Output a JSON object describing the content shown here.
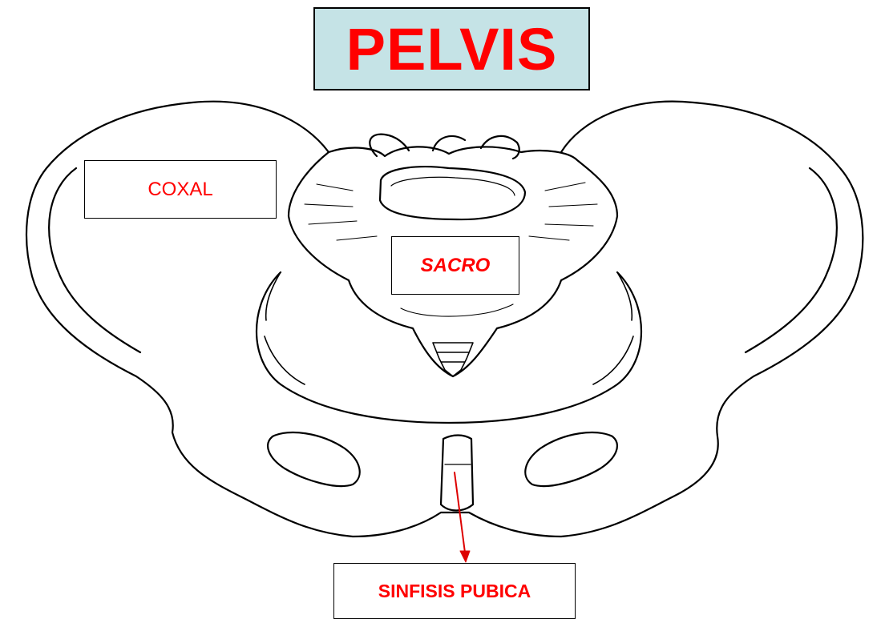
{
  "title": "PELVIS",
  "labels": {
    "coxal": "COXAL",
    "sacro": "SACRO",
    "sinfisis": "SINFISIS PUBICA"
  },
  "colors": {
    "title_bg": "#c5e3e6",
    "label_text": "#ff0000",
    "outline": "#000000",
    "arrow": "#dd0000"
  }
}
